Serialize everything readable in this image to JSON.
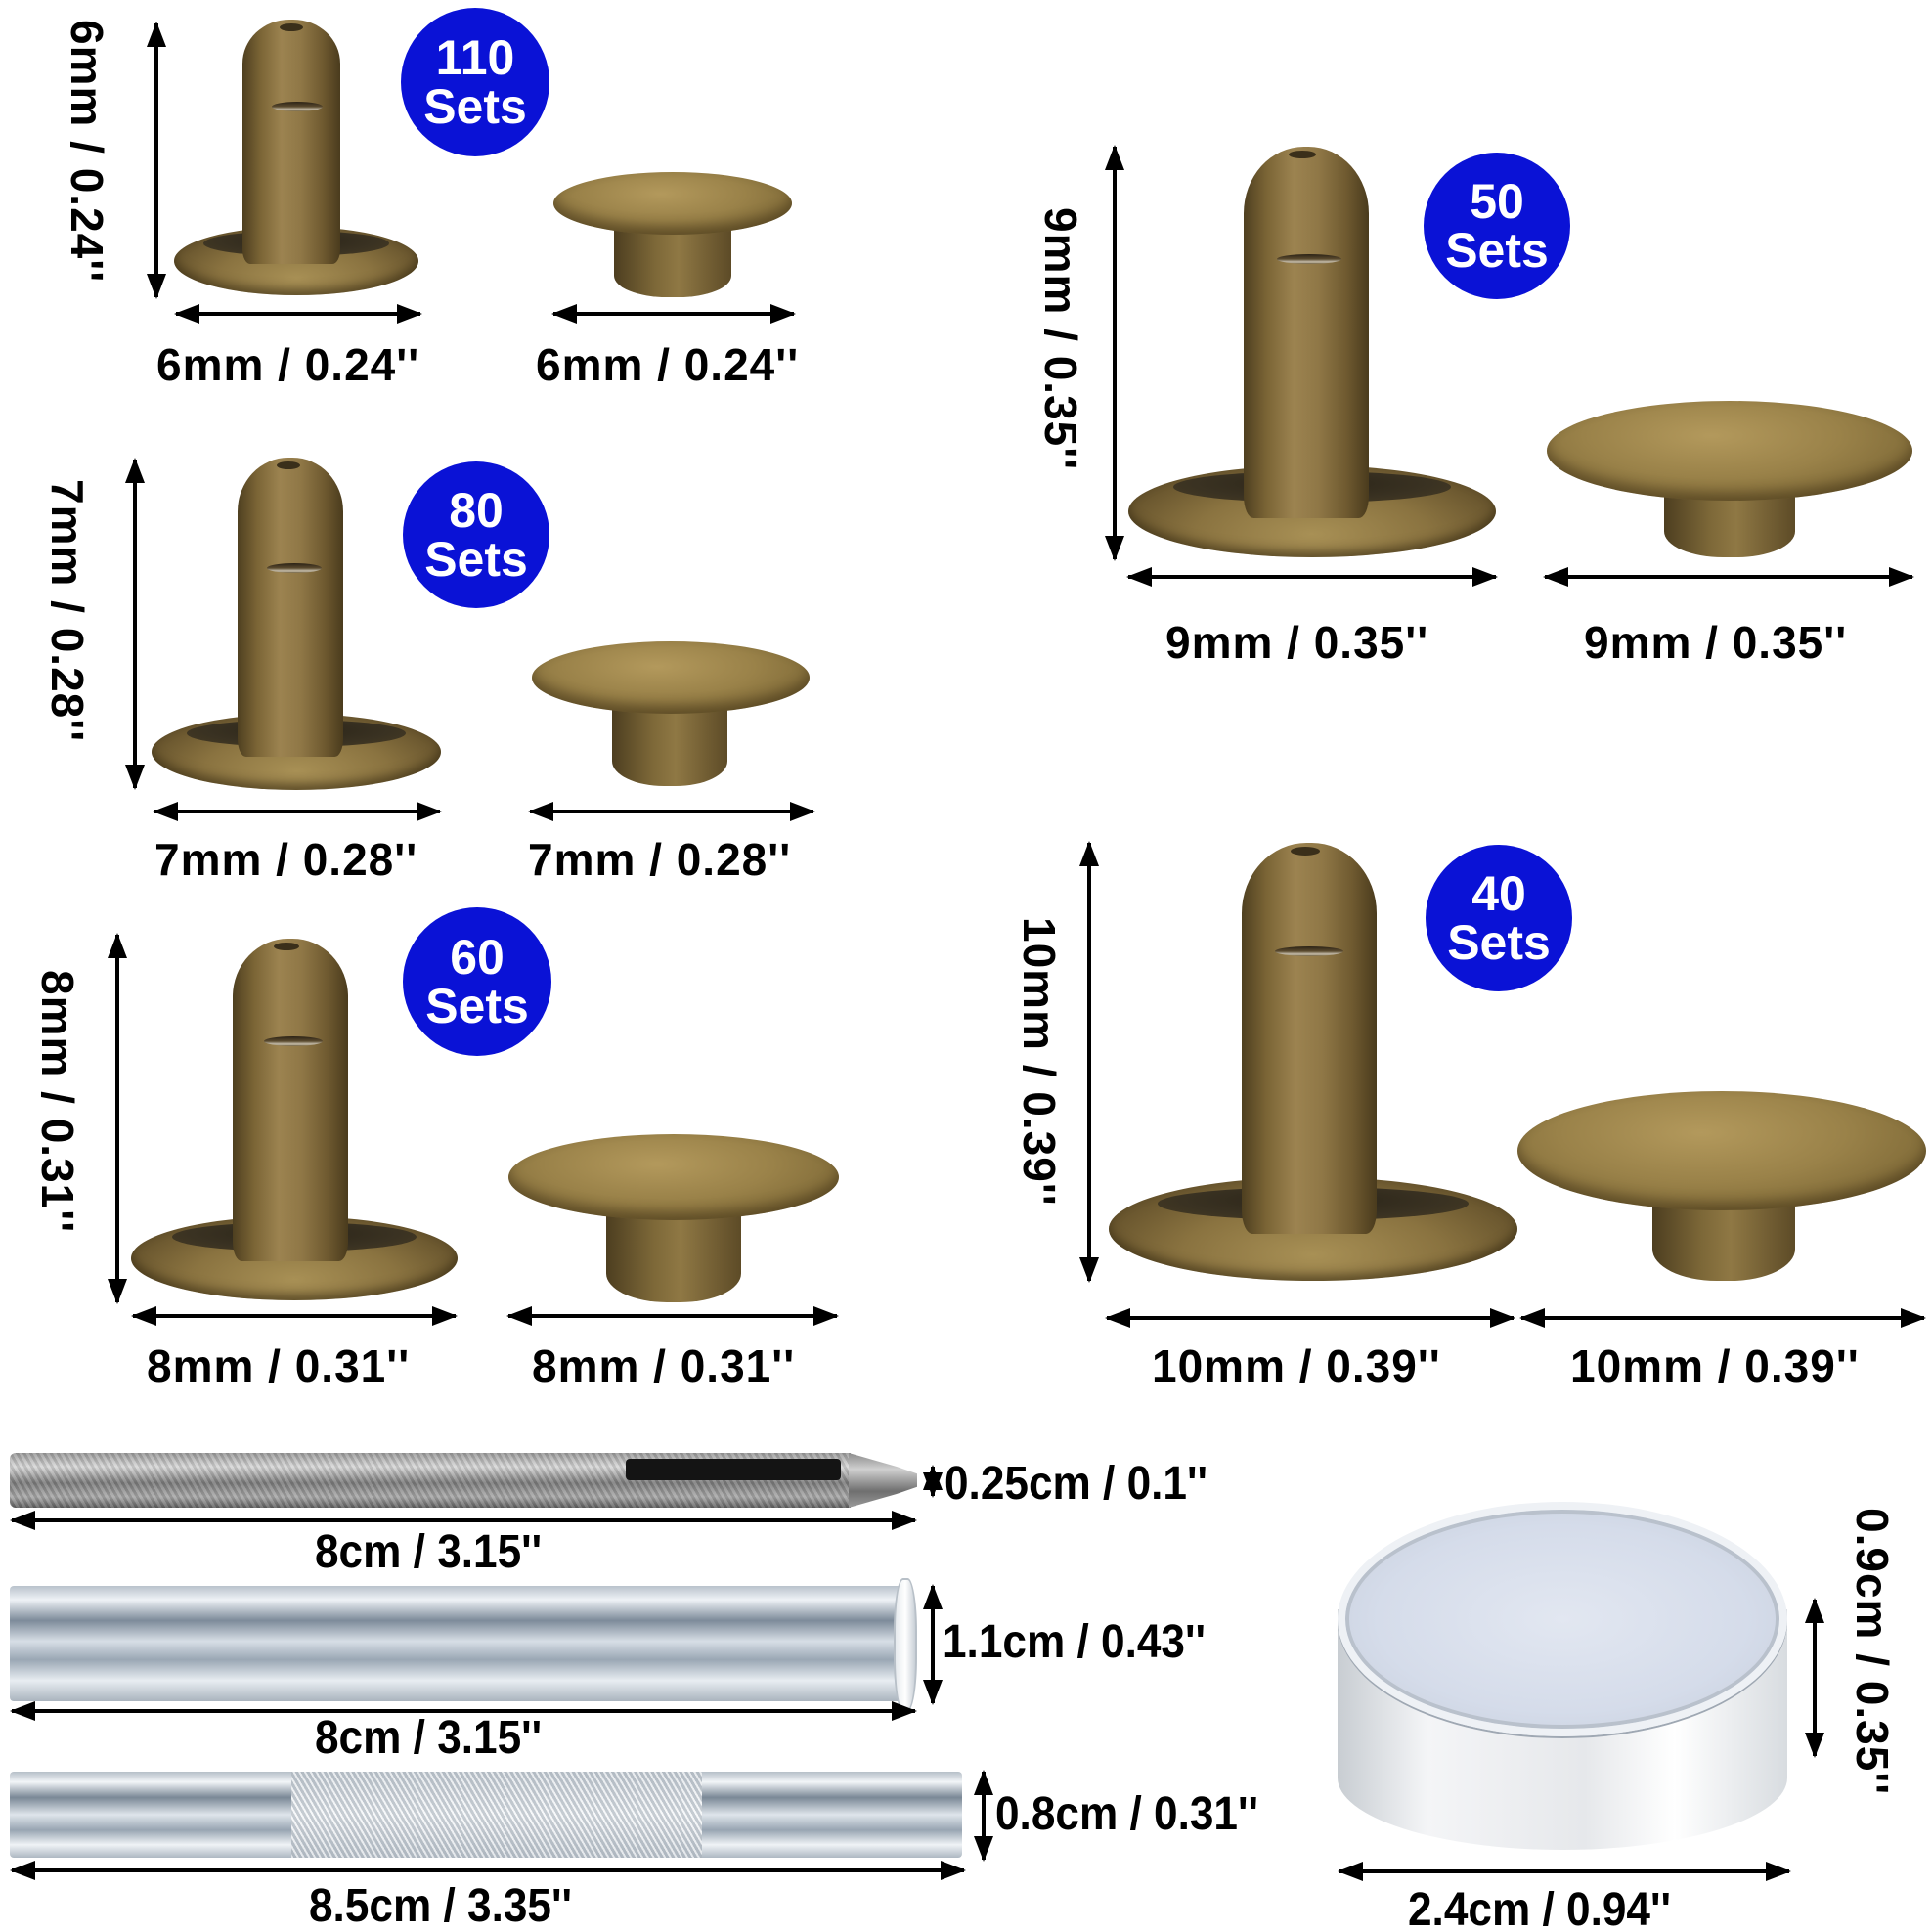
{
  "rivet_sets": [
    {
      "size_mm": "6mm",
      "badge": {
        "count": "110",
        "unit": "Sets"
      },
      "post_height_label": "6mm / 0.24''",
      "post_width_label": "6mm / 0.24''",
      "cap_width_label": "6mm / 0.24''"
    },
    {
      "size_mm": "7mm",
      "badge": {
        "count": "80",
        "unit": "Sets"
      },
      "post_height_label": "7mm / 0.28''",
      "post_width_label": "7mm / 0.28''",
      "cap_width_label": "7mm / 0.28''"
    },
    {
      "size_mm": "8mm",
      "badge": {
        "count": "60",
        "unit": "Sets"
      },
      "post_height_label": "8mm / 0.31''",
      "post_width_label": "8mm / 0.31''",
      "cap_width_label": "8mm / 0.31''"
    },
    {
      "size_mm": "9mm",
      "badge": {
        "count": "50",
        "unit": "Sets"
      },
      "post_height_label": "9mm / 0.35''",
      "post_width_label": "9mm / 0.35''",
      "cap_width_label": "9mm / 0.35''"
    },
    {
      "size_mm": "10mm",
      "badge": {
        "count": "40",
        "unit": "Sets"
      },
      "post_height_label": "10mm / 0.39''",
      "post_width_label": "10mm / 0.39''",
      "cap_width_label": "10mm / 0.39''"
    }
  ],
  "tools": {
    "hole_punch": {
      "diameter_label": "0.25cm / 0.1''",
      "length_label": "8cm / 3.15''"
    },
    "setting_tube": {
      "diameter_label": "1.1cm / 0.43''",
      "length_label": "8cm / 3.15''"
    },
    "setter_rod": {
      "diameter_label": "0.8cm / 0.31''",
      "length_label": "8.5cm / 3.35''"
    },
    "anvil_base": {
      "diameter_label": "2.4cm / 0.94''",
      "height_label": "0.9cm / 0.35''"
    }
  },
  "colors": {
    "badge_blue": "#0a12d6",
    "badge_text": "#ffffff",
    "bronze": "#8a7340",
    "arrow": "#000000",
    "background": "#ffffff"
  }
}
